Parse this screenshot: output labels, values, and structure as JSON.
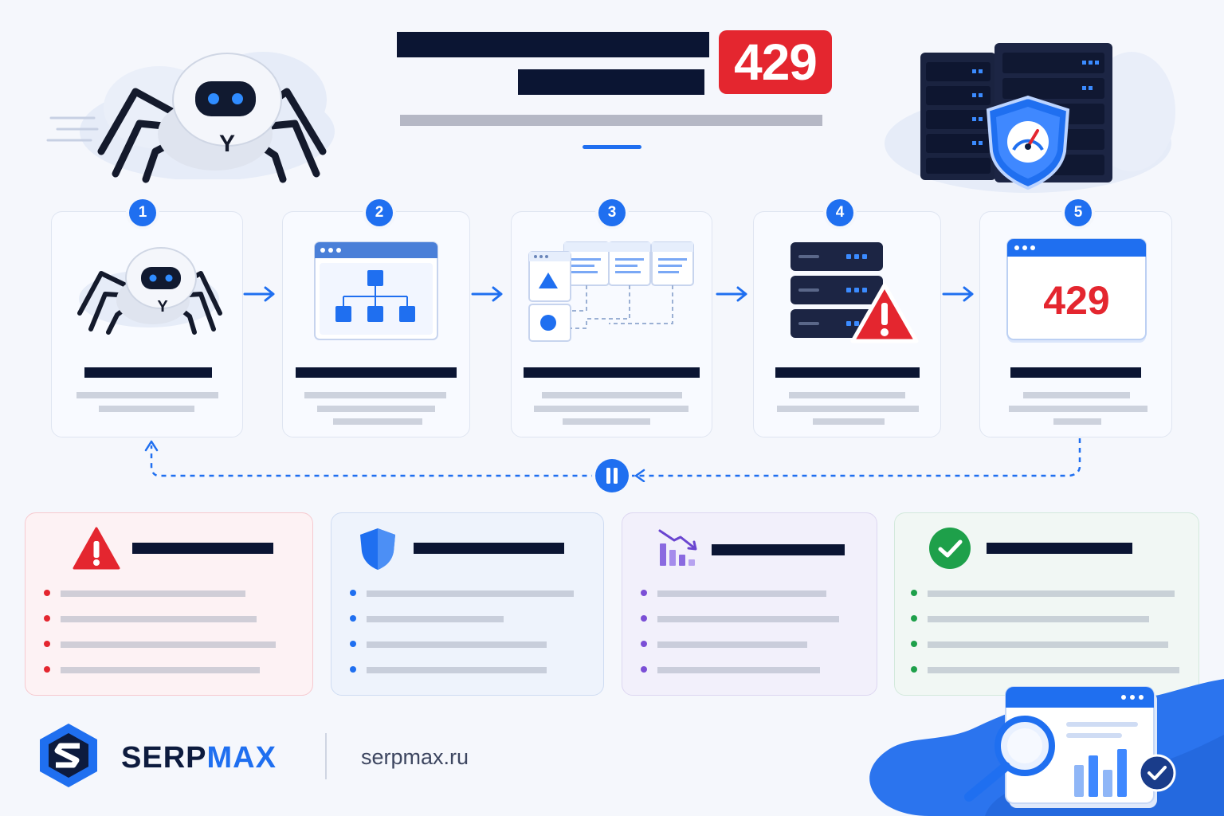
{
  "header": {
    "badge_code": "429"
  },
  "steps": [
    {
      "number": "1",
      "icon": "spider-robot-icon"
    },
    {
      "number": "2",
      "icon": "sitemap-browser-icon"
    },
    {
      "number": "3",
      "icon": "page-structure-icon"
    },
    {
      "number": "4",
      "icon": "server-warning-icon"
    },
    {
      "number": "5",
      "icon": "error-page-icon",
      "screen_code": "429"
    }
  ],
  "info_cards": [
    {
      "icon": "warning-triangle-icon",
      "accent": "#e4262f"
    },
    {
      "icon": "shield-icon",
      "accent": "#1f6ff0"
    },
    {
      "icon": "chart-decline-icon",
      "accent": "#7b4fd6"
    },
    {
      "icon": "check-circle-icon",
      "accent": "#1ea04a"
    }
  ],
  "footer": {
    "brand_part1": "SERP",
    "brand_part2": "MAX",
    "site": "serpmax.ru"
  },
  "colors": {
    "primary": "#1f6ff0",
    "danger": "#e4262f",
    "dark": "#0d1b3e",
    "success": "#1ea04a",
    "purple": "#7b4fd6"
  }
}
